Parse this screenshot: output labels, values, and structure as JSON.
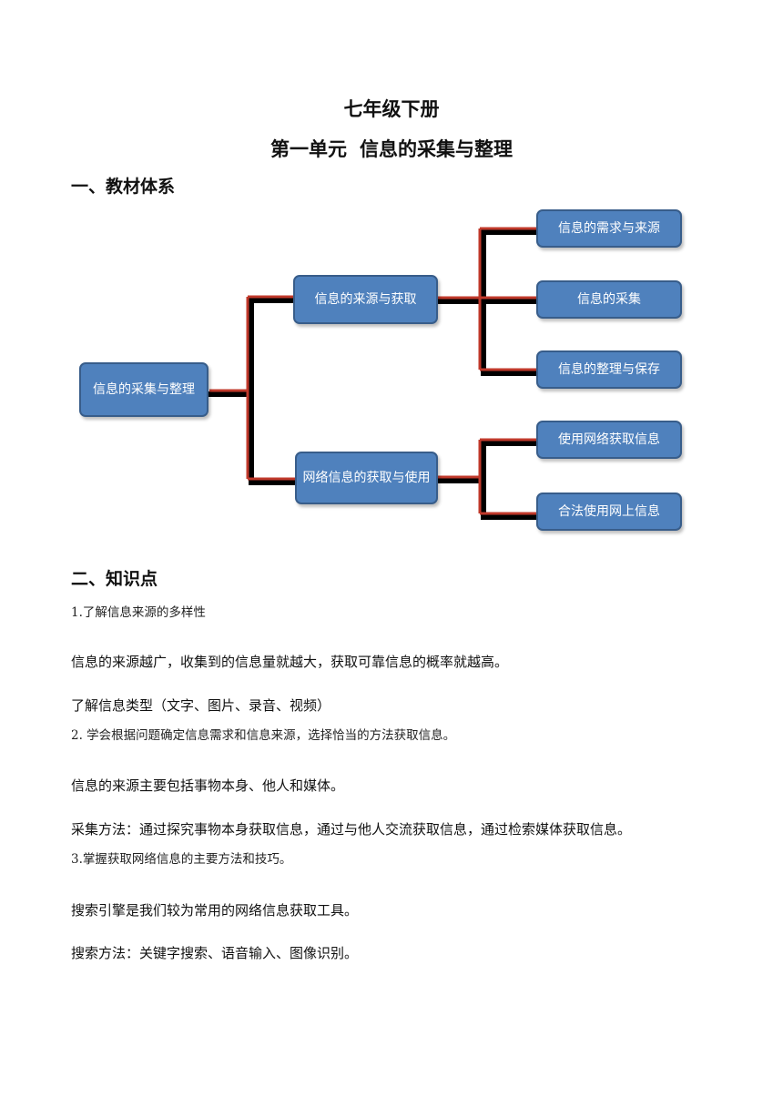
{
  "header": {
    "title": "七年级下册",
    "unit_label": "第一单元",
    "unit_title": "信息的采集与整理"
  },
  "section1": {
    "heading": "一、教材体系"
  },
  "diagram": {
    "root": "信息的采集与整理",
    "branch1": {
      "label": "信息的来源与获取",
      "children": [
        "信息的需求与来源",
        "信息的采集",
        "信息的整理与保存"
      ]
    },
    "branch2": {
      "label": "网络信息的获取与使用",
      "children": [
        "使用网络获取信息",
        "合法使用网上信息"
      ]
    },
    "colors": {
      "box_fill": "#4f81bd",
      "box_border": "#385d8a",
      "connector_red": "#c0392b",
      "connector_black": "#000000"
    }
  },
  "section2": {
    "heading": "二、知识点",
    "items": [
      "1.了解信息来源的多样性",
      "信息的来源越广，收集到的信息量就越大，获取可靠信息的概率就越高。",
      "了解信息类型（文字、图片、录音、视频）",
      "2. 学会根据问题确定信息需求和信息来源，选择恰当的方法获取信息。",
      "信息的来源主要包括事物本身、他人和媒体。",
      "采集方法：通过探究事物本身获取信息，通过与他人交流获取信息，通过检索媒体获取信息。",
      "3.掌握获取网络信息的主要方法和技巧。",
      "搜索引擎是我们较为常用的网络信息获取工具。",
      "搜索方法：关键字搜索、语音输入、图像识别。"
    ]
  }
}
